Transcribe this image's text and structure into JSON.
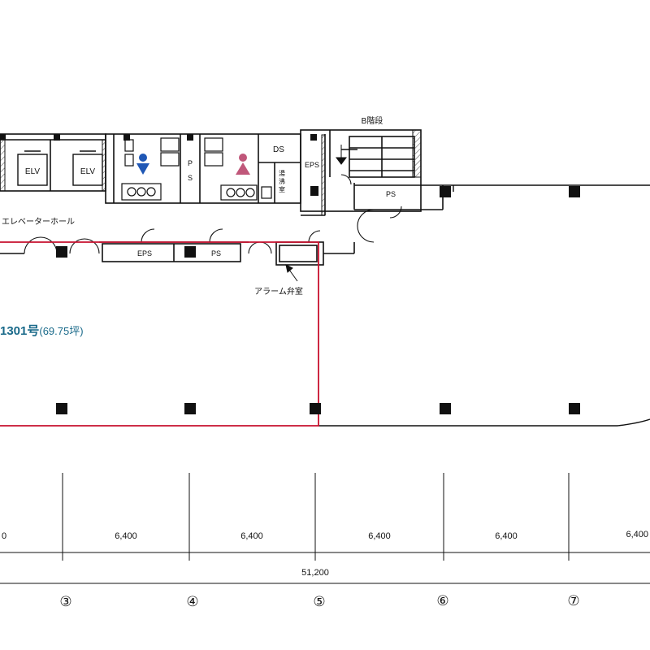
{
  "labels": {
    "elv_1": "ELV",
    "elv_2": "ELV",
    "ps_core": "P",
    "ps_core_2": "S",
    "ds": "DS",
    "kitchen_1": "湯",
    "kitchen_2": "沸",
    "kitchen_3": "室",
    "eps_stair": "EPS",
    "stair": "B階段",
    "ps_right": "PS",
    "elevator_hall": "エレベーターホール",
    "eps_corridor": "EPS",
    "ps_corridor": "PS",
    "alarm_valve": "アラーム弁室",
    "unit_name": "1301号",
    "unit_area": "(69.75坪)"
  },
  "dimensions": {
    "bay_0": "0",
    "bay_3": "6,400",
    "bay_4": "6,400",
    "bay_5": "6,400",
    "bay_6": "6,400",
    "bay_7": "6,400",
    "total": "51,200"
  },
  "grid_axes": [
    "③",
    "④",
    "⑤",
    "⑥",
    "⑦"
  ],
  "colors": {
    "unit_outline": "#c8102e",
    "unit_label": "#1a6a8a",
    "male_icon": "#1f57b5",
    "female_icon": "#c0577a",
    "line": "#111111"
  }
}
